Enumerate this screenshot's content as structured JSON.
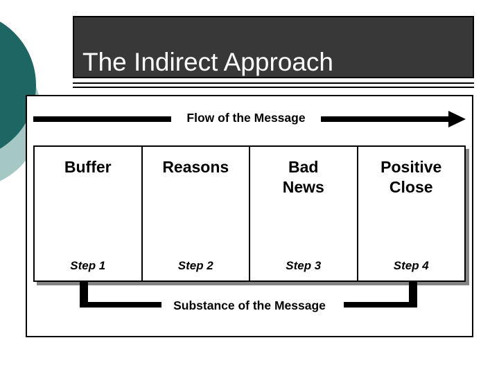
{
  "slide": {
    "title": "The Indirect Approach",
    "flow_banner": {
      "label": "Flow of the Message"
    },
    "table": {
      "columns": [
        {
          "header": "Buffer",
          "step": "Step 1"
        },
        {
          "header": "Reasons",
          "step": "Step 2"
        },
        {
          "header": "Bad\nNews",
          "step": "Step 3"
        },
        {
          "header": "Positive\nClose",
          "step": "Step 4"
        }
      ]
    },
    "substance_banner": {
      "label": "Substance of the Message"
    },
    "colors": {
      "title_bg": "#383838",
      "title_text": "#FFFFFF",
      "dark_teal": "#1E6664",
      "light_teal": "#A6C8C5",
      "shadow_gray": "#848484",
      "panel_bg": "#FFFFFF"
    }
  }
}
